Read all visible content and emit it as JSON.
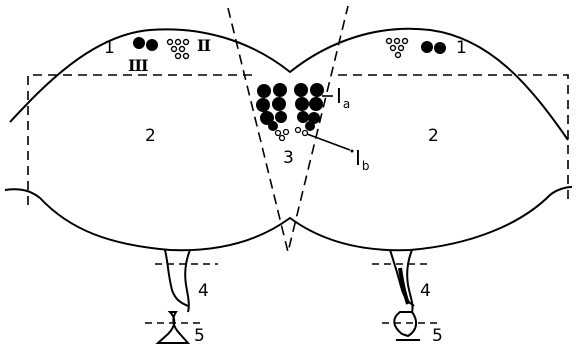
{
  "labels": {
    "region_1_left": "1",
    "region_1_right": "1",
    "region_2_left": "2",
    "region_2_right": "2",
    "region_3": "3",
    "region_4_left": "4",
    "region_4_right": "4",
    "region_5_left": "5",
    "region_5_right": "5",
    "roman_II": "II",
    "roman_III": "III",
    "Ia_main": "I",
    "Ia_sub": "a",
    "Ib_main": "I",
    "Ib_sub": "b"
  }
}
